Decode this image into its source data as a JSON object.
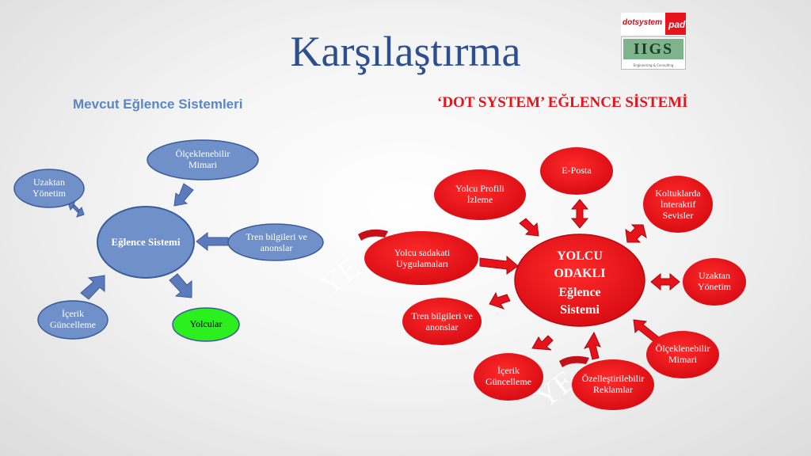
{
  "title": "Karşılaştırma",
  "left_heading": "Mevcut Eğlence Sistemleri",
  "right_heading": "‘DOT SYSTEM’ EĞLENCE SİSTEMİ",
  "logo": {
    "dot_text": "dotsystem",
    "pad_text": "pad",
    "iigs_text": "IIGS",
    "iigs_tagline": "Engineering & Consulting"
  },
  "watermark": "YE",
  "left_diagram": {
    "center": "Eğlence Sistemi",
    "scalable": "Ölçeklenebilir Mimari",
    "remote": "Uzaktan Yönetim",
    "train": "Tren bilgileri ve anonslar",
    "passengers": "Yolcular",
    "content": "İçerik Güncelleme"
  },
  "right_diagram": {
    "center_1": "YOLCU",
    "center_2": "ODAKLI",
    "center_3": "Eğlence",
    "center_4": "Sistemi",
    "email": "E-Posta",
    "profile": "Yolcu Profili İzleme",
    "seats": "Koltuklarda İnteraktif Sevisler",
    "loyalty": "Yolcu sadakati Uygulamaları",
    "remote": "Uzaktan Yönetim",
    "train": "Tren bilgileri ve anonslar",
    "scalable": "Ölçeklenebilir Mimari",
    "content": "İçerik Güncelleme",
    "ads": "Özelleştirilebilir Reklamlar"
  },
  "colors": {
    "blue_node": "#6f90c8",
    "blue_border": "#3b5c99",
    "green_node": "#2cf01e",
    "red_node": "#e8121b",
    "title": "#2d4f8e"
  }
}
